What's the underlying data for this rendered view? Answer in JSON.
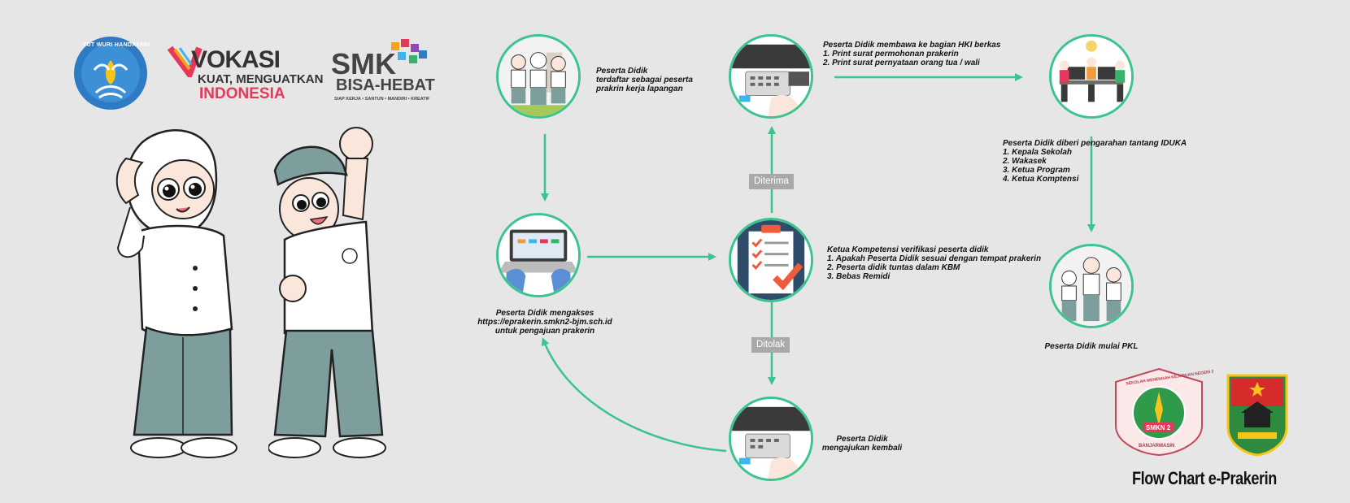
{
  "logos": {
    "tutwuri_text": "TUT WURI HANDAYANI",
    "vokasi_word": "VOKASI",
    "vokasi_line2": "KUAT, MENGUATKAN",
    "vokasi_line3": "INDONESIA",
    "smk_word": "SMK",
    "smk_line2": "BISA-HEBAT",
    "smk_tagline": "SIAP KERJA • SANTUN • MANDIRI • KREATIF",
    "school_seal_text": "SEKOLAH MENENGAH KEJURUAN NEGERI 2",
    "school_seal_name": "SMKN 2",
    "school_seal_city": "BANJARMASIN"
  },
  "steps": {
    "registered": "Peserta Didik\nterdaftar sebagai peserta\nprakrin kerja lapangan",
    "access": "Peserta Didik mengakses\nhttps://eprakerin.smkn2-bjm.sch.id\nuntuk pengajuan prakerin",
    "verify": "Ketua Kompetensi verifikasi peserta didik\n1. Apakah Peserta Didik sesuai dengan tempat prakerin\n2. Peserta didik tuntas dalam KBM\n3. Bebas Remidi",
    "print": "Peserta Didik membawa ke bagian HKI berkas\n1. Print surat permohonan prakerin\n2. Print surat pernyataan orang tua / wali",
    "briefing": "Peserta Didik diberi pengarahan tantang IDUKA\n1. Kepala Sekolah\n2. Wakasek\n3. Ketua Program\n4. Ketua Komptensi",
    "start": "Peserta Didik mulai PKL",
    "resubmit": "Peserta Didik\nmengajukan kembali"
  },
  "labels": {
    "accepted": "Diterima",
    "rejected": "Ditolak"
  },
  "title": "Flow Chart e-Prakerin",
  "colors": {
    "background": "#e6e6e6",
    "accent": "#3cc48f",
    "badge": "#a9a9a9",
    "uniform_pants": "#7d9e9c"
  },
  "icons": [
    "students-icon",
    "laptop-icon",
    "checklist-icon",
    "printer-icon",
    "office-team-icon",
    "graduates-icon"
  ]
}
